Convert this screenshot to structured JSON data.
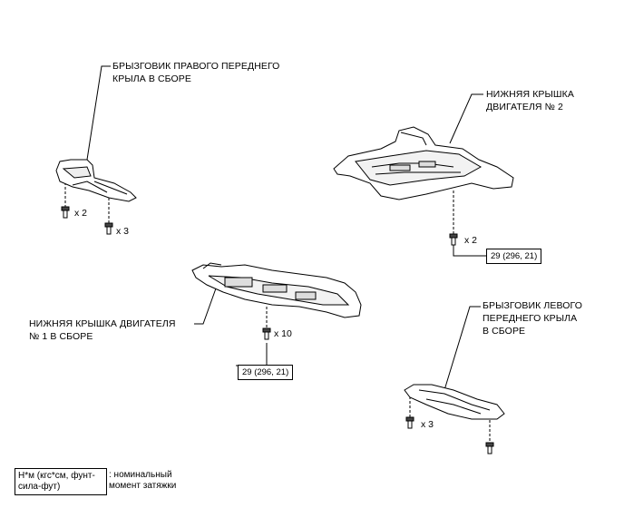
{
  "labels": {
    "right_fender_apron": "БРЫЗГОВИК ПРАВОГО ПЕРЕДНЕГО\nКРЫЛА В СБОРЕ",
    "engine_cover_2": "НИЖНЯЯ КРЫШКА\nДВИГАТЕЛЯ № 2",
    "engine_cover_1": "НИЖНЯЯ КРЫШКА ДВИГАТЕЛЯ\n№ 1 В СБОРЕ",
    "left_fender_apron": "БРЫЗГОВИК ЛЕВОГО\nПЕРЕДНЕГО КРЫЛА\nВ СБОРЕ"
  },
  "quantities": {
    "right_clip": "x 2",
    "right_bolt": "x 3",
    "cover2_bolt": "x 2",
    "cover1_bolt": "x 10",
    "left_clip": "x 3"
  },
  "torques": {
    "cover2": "29 (296, 21)",
    "cover1": "29 (296, 21)"
  },
  "legend": {
    "unit": "Н*м (кгс*см, фунт-\nсила-фут)",
    "description": ": номинальный\nмомент затяжки"
  }
}
